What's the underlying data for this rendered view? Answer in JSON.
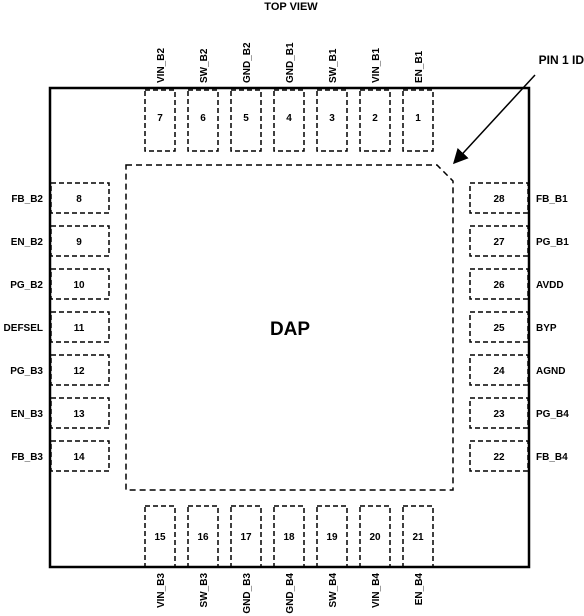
{
  "title": "TOP VIEW",
  "pin1_label": "PIN 1 ID",
  "center_label": "DAP",
  "pins": {
    "top": [
      {
        "num": "7",
        "name": "VIN_B2"
      },
      {
        "num": "6",
        "name": "SW_B2"
      },
      {
        "num": "5",
        "name": "GND_B2"
      },
      {
        "num": "4",
        "name": "GND_B1"
      },
      {
        "num": "3",
        "name": "SW_B1"
      },
      {
        "num": "2",
        "name": "VIN_B1"
      },
      {
        "num": "1",
        "name": "EN_B1"
      }
    ],
    "left": [
      {
        "num": "8",
        "name": "FB_B2"
      },
      {
        "num": "9",
        "name": "EN_B2"
      },
      {
        "num": "10",
        "name": "PG_B2"
      },
      {
        "num": "11",
        "name": "DEFSEL"
      },
      {
        "num": "12",
        "name": "PG_B3"
      },
      {
        "num": "13",
        "name": "EN_B3"
      },
      {
        "num": "14",
        "name": "FB_B3"
      }
    ],
    "right": [
      {
        "num": "28",
        "name": "FB_B1"
      },
      {
        "num": "27",
        "name": "PG_B1"
      },
      {
        "num": "26",
        "name": "AVDD"
      },
      {
        "num": "25",
        "name": "BYP"
      },
      {
        "num": "24",
        "name": "AGND"
      },
      {
        "num": "23",
        "name": "PG_B4"
      },
      {
        "num": "22",
        "name": "FB_B4"
      }
    ],
    "bottom": [
      {
        "num": "15",
        "name": "VIN_B3"
      },
      {
        "num": "16",
        "name": "SW_B3"
      },
      {
        "num": "17",
        "name": "GND_B3"
      },
      {
        "num": "18",
        "name": "GND_B4"
      },
      {
        "num": "19",
        "name": "SW_B4"
      },
      {
        "num": "20",
        "name": "VIN_B4"
      },
      {
        "num": "21",
        "name": "EN_B4"
      }
    ]
  }
}
